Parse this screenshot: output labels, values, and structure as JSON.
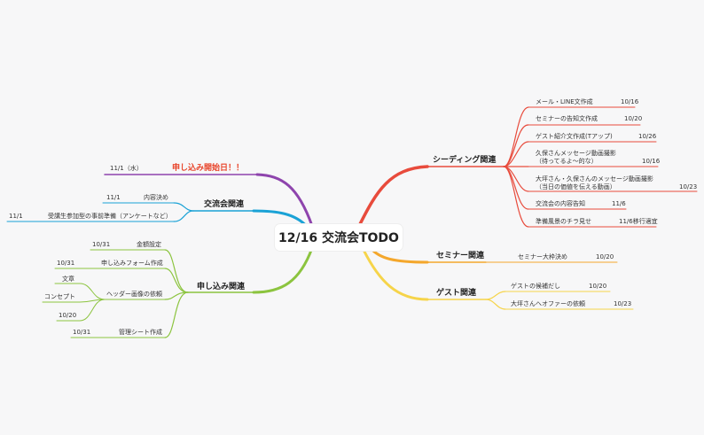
{
  "root": {
    "title": "12/16 交流会TODO"
  },
  "branches": {
    "seeding": {
      "label": "シーディング関連",
      "color": "#e84b3c",
      "items": [
        {
          "label": "メール・LINE文作成",
          "date": "10/16"
        },
        {
          "label": "セミナーの告知文作成",
          "date": "10/20"
        },
        {
          "label": "ゲスト紹介文作成(Tアップ)",
          "date": "10/26"
        },
        {
          "label_line1": "久保さんメッセージ動画撮影",
          "label_line2": "（待ってるよ～的な）",
          "date": "10/16"
        },
        {
          "label_line1": "大坪さん・久保さんのメッセージ動画撮影",
          "label_line2": "（当日の価値を伝える動画）",
          "date": "10/23"
        },
        {
          "label": "交流会の内容告知",
          "date": "11/6"
        },
        {
          "label": "準備風景のチラ見せ",
          "date": "11/6移行適宜"
        }
      ]
    },
    "seminar": {
      "label": "セミナー関連",
      "color": "#f4a72c",
      "items": [
        {
          "label": "セミナー大枠決め",
          "date": "10/20"
        }
      ]
    },
    "guest": {
      "label": "ゲスト関連",
      "color": "#f6d44a",
      "items": [
        {
          "label": "ゲストの候補だし",
          "date": "10/20"
        },
        {
          "label": "大坪さんへオファーの依頼",
          "date": "10/23"
        }
      ]
    },
    "start": {
      "label": "申し込み開始日！！",
      "color": "#8e44ad",
      "date": "11/1（水）"
    },
    "exchange": {
      "label": "交流会関連",
      "color": "#1aa2d6",
      "items": [
        {
          "label": "内容決め",
          "date": "11/1"
        },
        {
          "label": "受講生参加型の事前準備（アンケートなど）",
          "date": "11/1"
        }
      ]
    },
    "application": {
      "label": "申し込み関連",
      "color": "#8cc43f",
      "items": [
        {
          "label": "金額設定",
          "date": "10/31"
        },
        {
          "label": "申し込みフォーム作成",
          "date": "10/31"
        },
        {
          "label": "ヘッダー画像の依頼",
          "children": [
            "文章",
            "コンセプト"
          ],
          "date": "10/20"
        },
        {
          "label": "管理シート作成",
          "date": "10/31"
        }
      ]
    }
  }
}
